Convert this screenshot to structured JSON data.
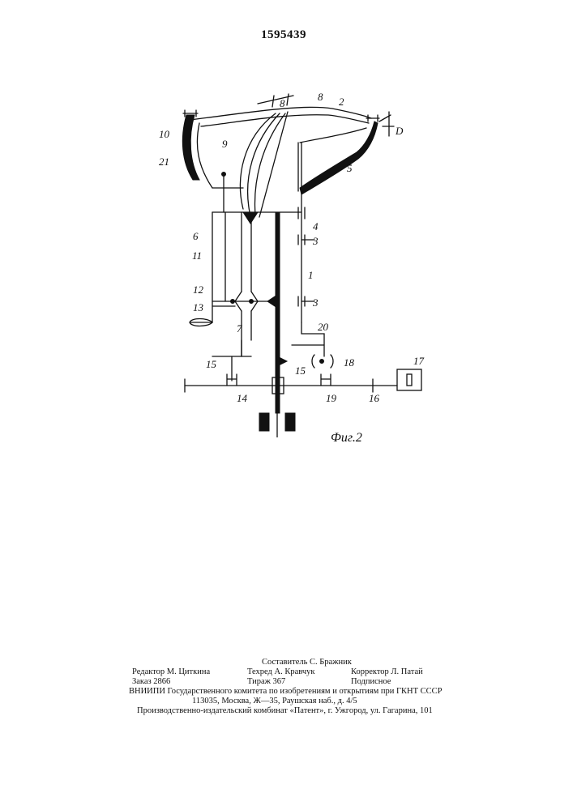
{
  "document": {
    "patent_number": "1595439"
  },
  "figure": {
    "caption": "Фиг.2",
    "labels": [
      "1",
      "2",
      "3",
      "3",
      "4",
      "5",
      "6",
      "7",
      "8",
      "8",
      "9",
      "10",
      "11",
      "12",
      "13",
      "14",
      "15",
      "15",
      "16",
      "17",
      "18",
      "19",
      "20",
      "21",
      "D"
    ]
  },
  "footer": {
    "compiler": "Составитель С. Бражник",
    "editor": "Редактор М. Циткина",
    "techred": "Техред А. Кравчук",
    "corrector": "Корректор Л. Патай",
    "order": "Заказ 2866",
    "circulation": "Тираж 367",
    "subscription": "Подписное",
    "org_line": "ВНИИПИ Государственного комитета по изобретениям и открытиям при ГКНТ СССР",
    "address_line": "113035, Москва, Ж—35, Раушская наб., д. 4/5",
    "plant_line": "Производственно-издательский комбинат «Патент», г. Ужгород, ул. Гагарина, 101"
  }
}
